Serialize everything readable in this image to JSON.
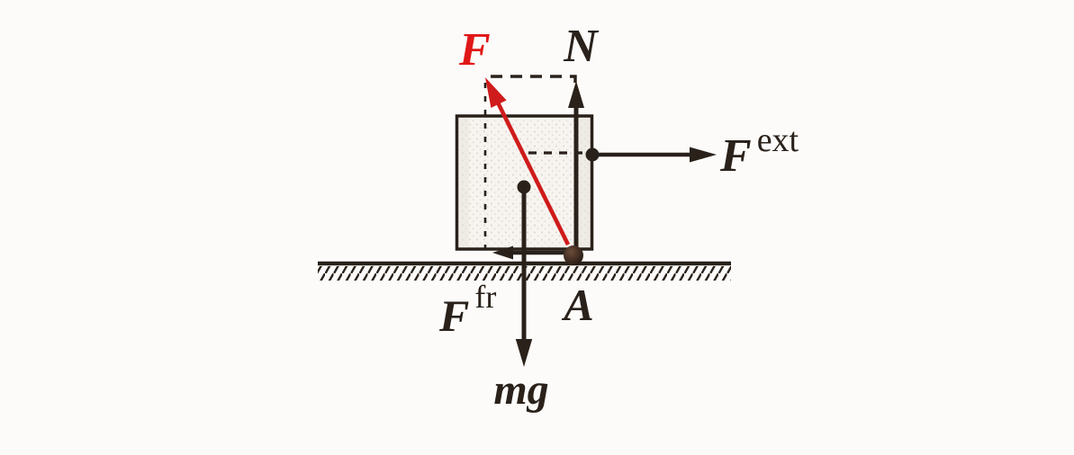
{
  "figure": {
    "labels": {
      "surface_reaction_force": "F",
      "normal_force": "N",
      "external_force_base": "F",
      "external_force_sup": "ext",
      "friction_force_base": "F",
      "friction_force_sup": "fr",
      "contact_point": "A",
      "weight": "mg"
    },
    "colors": {
      "background": "#fcfbf9",
      "ink": "#29211a",
      "red": "#cf1b1b",
      "red_label": "#e01717",
      "box_fill": "#f7f4f0",
      "box_shade": "#e9e4dd",
      "ball_light": "#6d4c39",
      "ball_dark": "#211711"
    }
  }
}
